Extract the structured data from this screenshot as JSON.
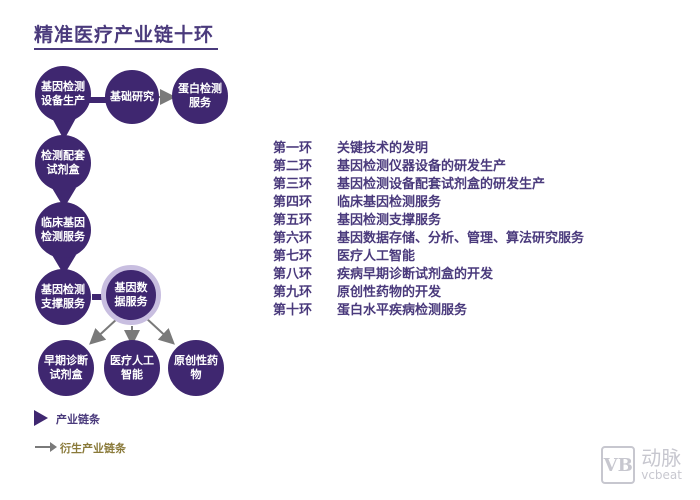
{
  "title": "精准医疗产业链十环",
  "nodes": {
    "device": "基因检测设备生产",
    "research": "基础研究",
    "protein": "蛋白检测服务",
    "reagent": "检测配套试剂盒",
    "clinical": "临床基因检测服务",
    "support": "基因检测支撑服务",
    "data": "基因数据服务",
    "early": "早期诊断试剂盒",
    "ai": "医疗人工智能",
    "drug": "原创性药物"
  },
  "rings": [
    {
      "num": "第一环",
      "text": "关键技术的发明"
    },
    {
      "num": "第二环",
      "text": "基因检测仪器设备的研发生产"
    },
    {
      "num": "第三环",
      "text": "基因检测设备配套试剂盒的研发生产"
    },
    {
      "num": "第四环",
      "text": "临床基因检测服务"
    },
    {
      "num": "第五环",
      "text": "基因检测支撑服务"
    },
    {
      "num": "第六环",
      "text": "基因数据存储、分析、管理、算法研究服务"
    },
    {
      "num": "第七环",
      "text": "医疗人工智能"
    },
    {
      "num": "第八环",
      "text": "疾病早期诊断试剂盒的开发"
    },
    {
      "num": "第九环",
      "text": "原创性药物的开发"
    },
    {
      "num": "第十环",
      "text": "蛋白水平疾病检测服务"
    }
  ],
  "legend": {
    "main": "产业链条",
    "derived": "衍生产业链条"
  },
  "watermark": {
    "mark": "VB",
    "name": "动脉",
    "sub": "vcbeat"
  },
  "colors": {
    "node": "#3f2770",
    "text": "#4a3a7c",
    "derived_arrow": "#7a7a7a"
  }
}
